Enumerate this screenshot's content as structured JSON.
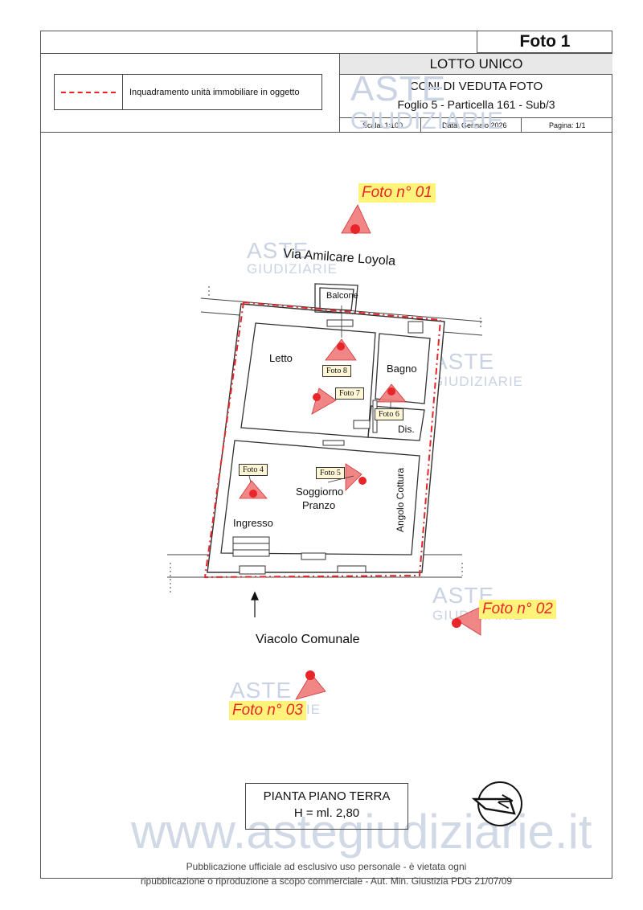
{
  "header": {
    "foto_title": "Foto 1",
    "lotto": "LOTTO UNICO",
    "coni": "CONI DI VEDUTA FOTO",
    "foglio": "Foglio 5 - Particella 161 - Sub/3",
    "scala": "Scala: 1:100",
    "data": "Data: Gennaio 2026",
    "pagina": "Pagina: 1/1"
  },
  "legend": {
    "text": "Inquadramento unità immobiliare in oggetto"
  },
  "watermark": {
    "top": "ASTE",
    "bottom": "GIUDIZIARIE",
    "url": "www.astegiudiziarie.it"
  },
  "plan": {
    "street_top": "Via Amilcare Loyola",
    "street_bottom": "Viacolo Comunale",
    "rooms": {
      "balcone": "Balcone",
      "letto": "Letto",
      "bagno": "Bagno",
      "dis": "Dis.",
      "soggiorno_line1": "Soggiorno",
      "soggiorno_line2": "Pranzo",
      "ingresso": "Ingresso",
      "angolo": "Angolo Cottura"
    },
    "inner_labels": {
      "f4": "Foto 4",
      "f5": "Foto 5",
      "f6": "Foto 6",
      "f7": "Foto 7",
      "f8": "Foto 8"
    },
    "outer_labels": {
      "f1": "Foto n° 01",
      "f2": "Foto n° 02",
      "f3": "Foto n° 03"
    }
  },
  "footer": {
    "pianta": "PIANTA PIANO TERRA",
    "altezza": "H = ml. 2,80",
    "pub_line1": "Pubblicazione ufficiale ad esclusivo uso personale - è vietata ogni",
    "pub_line2": "ripubblicazione o riproduzione a scopo commerciale - Aut. Min. Giustizia PDG 21/07/09"
  },
  "colors": {
    "accent": "#e8262a",
    "label_bg": "#fff37a",
    "cone": "#f07a7a"
  }
}
